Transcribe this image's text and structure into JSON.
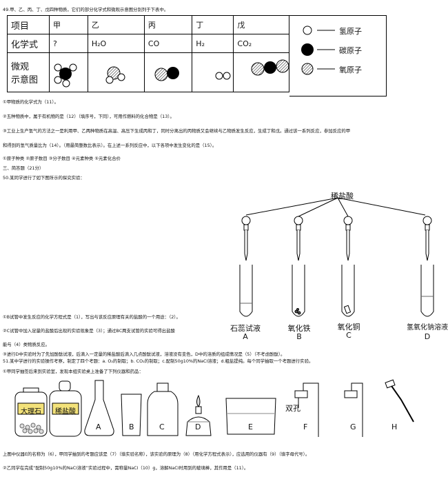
{
  "q49": {
    "intro": "49.甲、乙、丙、丁、戊四种物质，它们的部分化学式和微观示意图分别列于下表中。",
    "table": {
      "header": [
        "项目",
        "甲",
        "乙",
        "丙",
        "丁",
        "戊"
      ],
      "row_formula_label": "化学式",
      "formulas": [
        "?",
        "H₂O",
        "CO",
        "H₂",
        "CO₂"
      ],
      "row_micro_label_1": "微观",
      "row_micro_label_2": "示意图"
    },
    "legend": {
      "hydrogen": "氢原子",
      "carbon": "碳原子",
      "oxygen": "氧原子"
    },
    "line1": "①甲物质的化学式为（11）。",
    "line2": "②五种物质中，属于有机物的是（12）（填序号，下同），可用作燃料的化合物是（13）。",
    "line3": "③工业上生产氢气的方法之一是利用甲、乙两种物质在高温、高压下生成丙和丁，同时分离出的丙物质又会继续与乙物质发生反应，生成丁和戊。通过该一系列反应，参加反应的甲",
    "line4": "和得到的氢气质量比为（14）。（用最简整数比表示）。在上述一系列反应中，以下各项中发生变化的是（15）。",
    "options": "①原子种类    ②原子数目    ③分子数目    ④元素种类    ⑤元素化合价"
  },
  "section3": "三、简答题（21分）",
  "q50": {
    "intro": "50.某同学进行了如下图所示的探究实验：",
    "acid_label": "稀盐酸",
    "tubes": [
      {
        "name": "石蕊试液",
        "letter": "A"
      },
      {
        "name": "氧化铁",
        "letter": "B"
      },
      {
        "name": "氧化铜",
        "letter": "C"
      },
      {
        "name": "氢氧化钠溶液",
        "letter": "D"
      }
    ],
    "line1": "①B试管中发生反应的化学方程式是（1），写出与该反应原理有关的盐酸的一个用途：（2）。",
    "line2": "②C试管中加入足量的盐酸后出现的实验现象是（3）；通过BC两支试管的实验可得出盐酸",
    "line3": "能与（4）类物质反应。",
    "line4": "③进行D中实验时为了先加酚酞试液，后滴入一定量的稀盐酸后滴入几点酚酞试液，溶液没有变色，D中的溶质的组成情况是（5）（不考虑酚酞）。"
  },
  "q51": {
    "intro": "51.某中学进行的实验操作考察，制定了四个考题：a. O₂的制取；b. CO₂的制取；c.配制50g10%的NaCl溶液；d.粗盐提纯。每个同学抽取一个考题进行实验。",
    "line1": "①甲同学抽签后来到实验室，发现本组实验桌上准备了下列仪器和药品：",
    "bottle1": "大理石",
    "bottle2": "稀盐酸",
    "letters": [
      "A",
      "B",
      "C",
      "D",
      "E",
      "F",
      "G",
      "H"
    ],
    "double_hole": "双孔",
    "line2": "上图中仪器E的名称为（6），甲同学抽到的考题应该是（7）（填实验名称），该实验的原理为（8）（用化学方程式表示），应选用的仪器有（9）（填字母代号）。",
    "line3": "②乙同学在完成“配制50g10%的NaCl溶液”实验过程中，需称量NaCl（10）g，溶解NaCl时用到的玻璃棒，其作用是（11）。"
  },
  "colors": {
    "hatch": "#333333",
    "black": "#000000",
    "label_bg": "#f3e27a"
  }
}
